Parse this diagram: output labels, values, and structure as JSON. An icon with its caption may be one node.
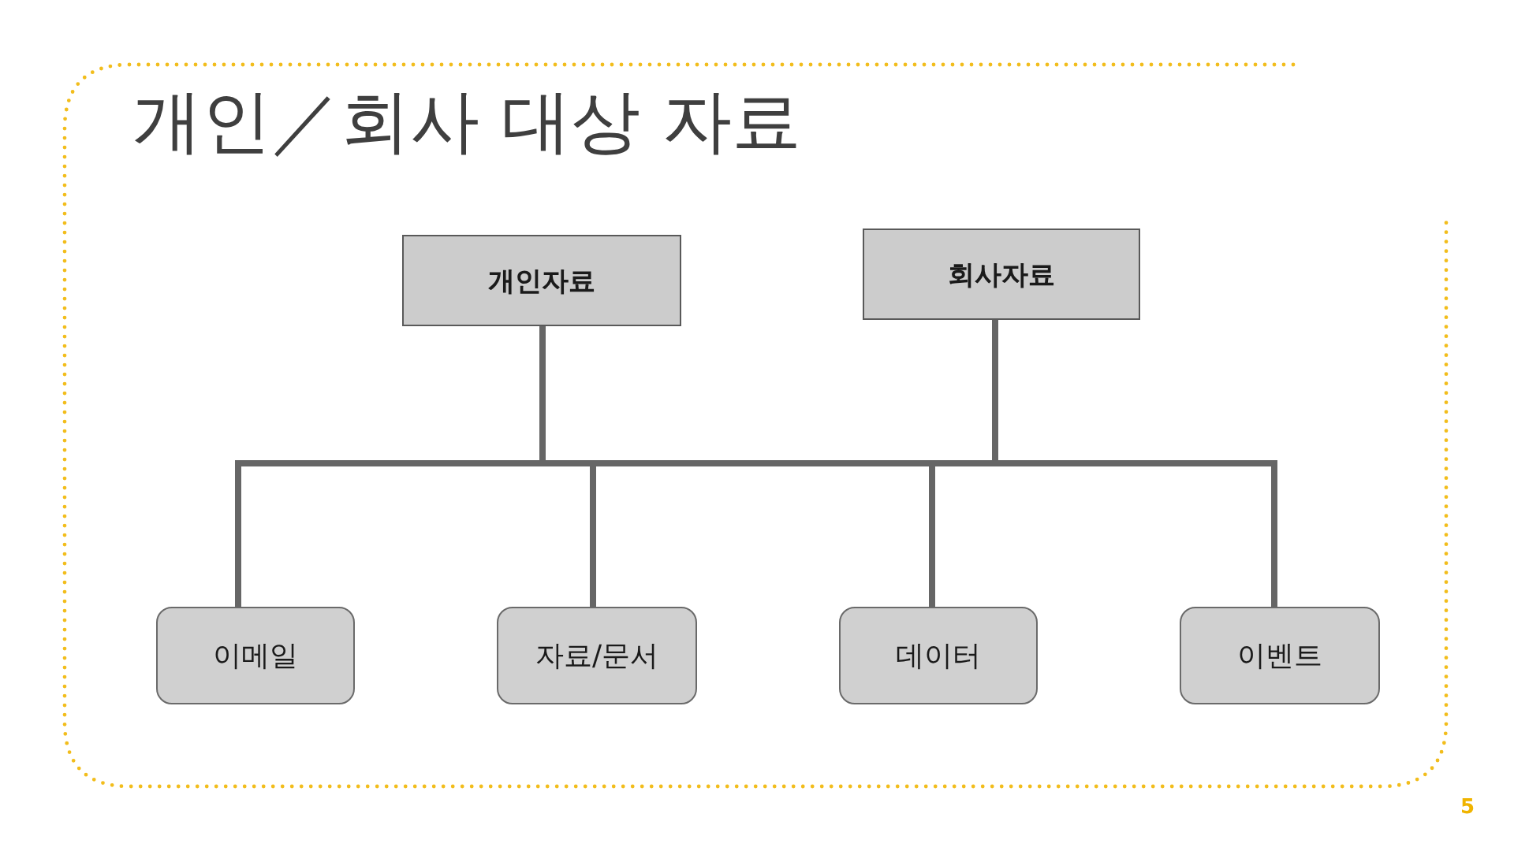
{
  "diagram": {
    "title": "개인／회사 대상 자료",
    "nodes": [
      {
        "text": [
          "개인자료"
        ]
      },
      {
        "text": [
          "회사자료"
        ]
      },
      {
        "text": [
          "이메일"
        ]
      },
      {
        "text": [
          "자료/문서"
        ]
      },
      {
        "text": [
          "데이터"
        ]
      },
      {
        "text": [
          "이벤트"
        ]
      }
    ],
    "edges": [
      {
        "from": 0,
        "to": 2,
        "arrow": "none"
      },
      {
        "from": 0,
        "to": 3,
        "arrow": "none"
      },
      {
        "from": 0,
        "to": 4,
        "arrow": "none"
      },
      {
        "from": 0,
        "to": 5,
        "arrow": "none"
      },
      {
        "from": 1,
        "to": 2,
        "arrow": "none"
      },
      {
        "from": 1,
        "to": 3,
        "arrow": "none"
      },
      {
        "from": 1,
        "to": 4,
        "arrow": "none"
      },
      {
        "from": 1,
        "to": 5,
        "arrow": "none"
      }
    ],
    "labels": [
      "5"
    ]
  }
}
